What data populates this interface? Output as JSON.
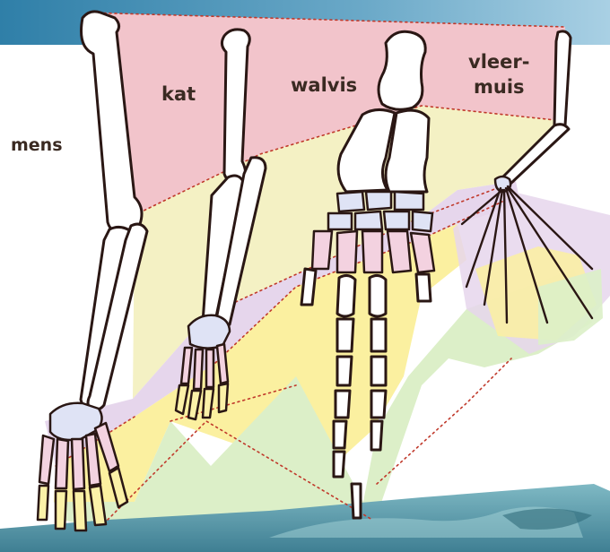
{
  "labels": {
    "human": "mens",
    "cat": "kat",
    "whale": "walvis",
    "bat_line1": "vleer-",
    "bat_line2": "muis"
  },
  "colors": {
    "upper_arm_band": "#f2c4cb",
    "forearm_band": "#f4f1c4",
    "carpal_band": "#e6d6ec",
    "metacarpal_band": "#fbf0a0",
    "phalanx_band": "#dcefc8",
    "header_bar": "#4f8fb0",
    "water": "#5b9fae",
    "guide_lines": "#c0392b"
  }
}
